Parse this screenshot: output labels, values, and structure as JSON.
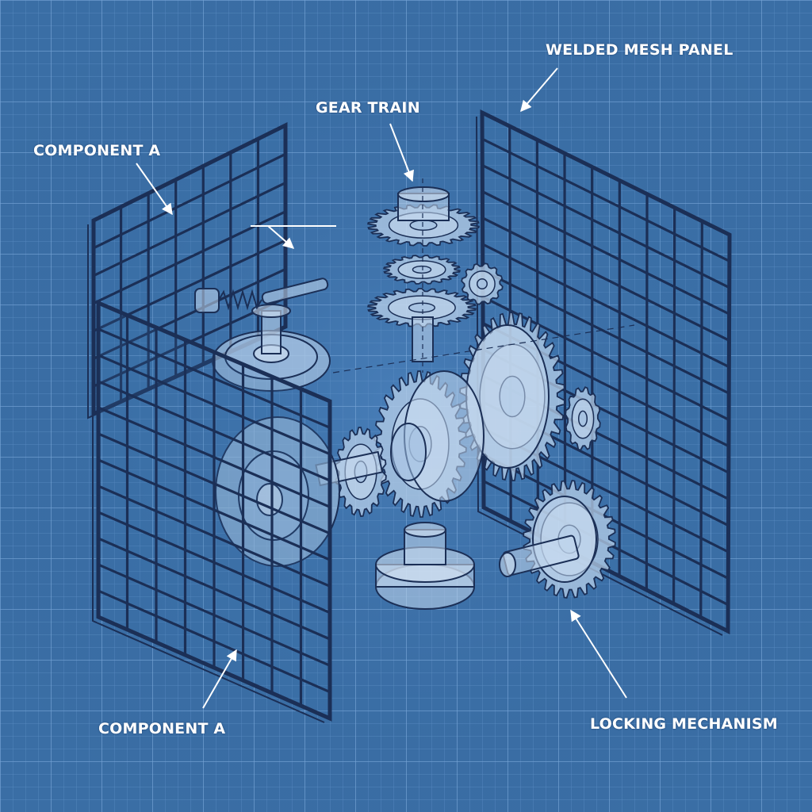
{
  "colors": {
    "background": "#3a6ea5",
    "grid_fine": "#5d8fc5",
    "grid_major": "#6f9fd2",
    "line": "#1b2f56",
    "part_fill": "#b7cfe8",
    "part_fill_dark": "#8fb0d6",
    "leader": "#ffffff",
    "label_text": "#ffffff"
  },
  "labels": {
    "welded_mesh_panel": "WELDED MESH PANEL",
    "gear_train": "GEAR TRAIN",
    "component_a_top": "COMPONENT A",
    "component_a_bottom": "COMPONENT A",
    "locking_mechanism": "LOCKING MECHANISM"
  }
}
